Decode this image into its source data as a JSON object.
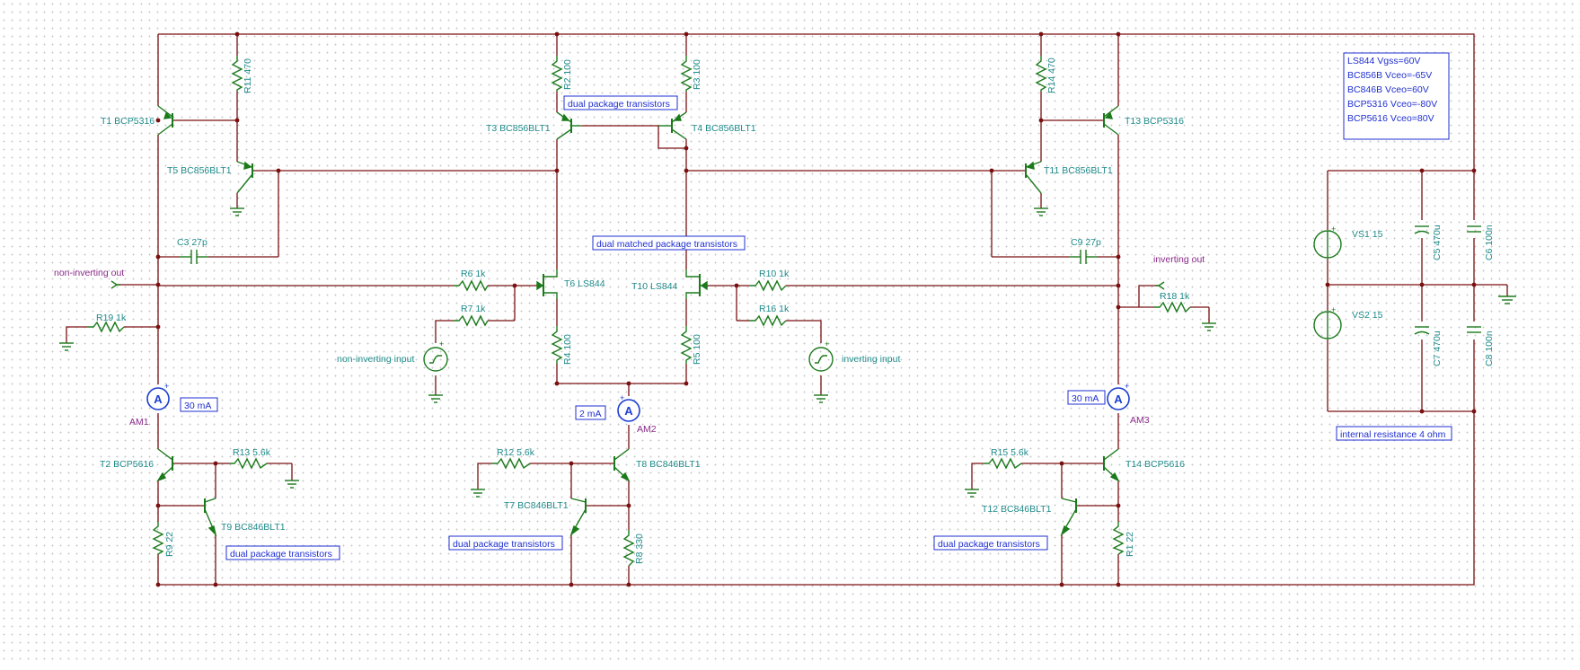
{
  "transistors": {
    "t1": "T1 BCP5316",
    "t2": "T2 BCP5616",
    "t3": "T3 BC856BLT1",
    "t4": "T4 BC856BLT1",
    "t5": "T5 BC856BLT1",
    "t6": "T6 LS844",
    "t7": "T7 BC846BLT1",
    "t8": "T8 BC846BLT1",
    "t9": "T9 BC846BLT1",
    "t10": "T10 LS844",
    "t11": "T11 BC856BLT1",
    "t12": "T12 BC846BLT1",
    "t13": "T13 BCP5316",
    "t14": "T14 BCP5616"
  },
  "resistors": {
    "r1": "R1 22",
    "r2": "R2 100",
    "r3": "R3 100",
    "r4": "R4 100",
    "r5": "R5 100",
    "r6": "R6 1k",
    "r7": "R7 1k",
    "r8": "R8 330",
    "r9": "R9 22",
    "r10": "R10 1k",
    "r11": "R11 470",
    "r12": "R12 5.6k",
    "r13": "R13 5.6k",
    "r14": "R14 470",
    "r15": "R15 5.6k",
    "r16": "R16 1k",
    "r18": "R18 1k",
    "r19": "R19 1k"
  },
  "capacitors": {
    "c3": "C3 27p",
    "c5": "C5 470u",
    "c6": "C6 100n",
    "c7": "C7 470u",
    "c8": "C8 100n",
    "c9": "C9 27p"
  },
  "sources": {
    "vs1": "VS1 15",
    "vs2": "VS2 15"
  },
  "ammeters": {
    "am1": "AM1",
    "am2": "AM2",
    "am3": "AM3",
    "symbol": "A"
  },
  "ports": {
    "noninv_out": "non-inverting out",
    "inv_out": "inverting out",
    "noninv_in": "non-inverting input",
    "inv_in": "inverting input"
  },
  "notes": {
    "dual_pkg": "dual package transistors",
    "dual_matched": "dual matched package transistors",
    "internal_res": "internal resistance 4 ohm",
    "current_30a": "30 mA",
    "current_2": "2 mA",
    "current_30b": "30 mA"
  },
  "ratings": [
    "LS844 Vgss=60V",
    "BC856B Vceo=-65V",
    "BC846B Vceo=60V",
    "BCP5316 Vceo=-80V",
    "BCP5616 Vceo=80V"
  ]
}
